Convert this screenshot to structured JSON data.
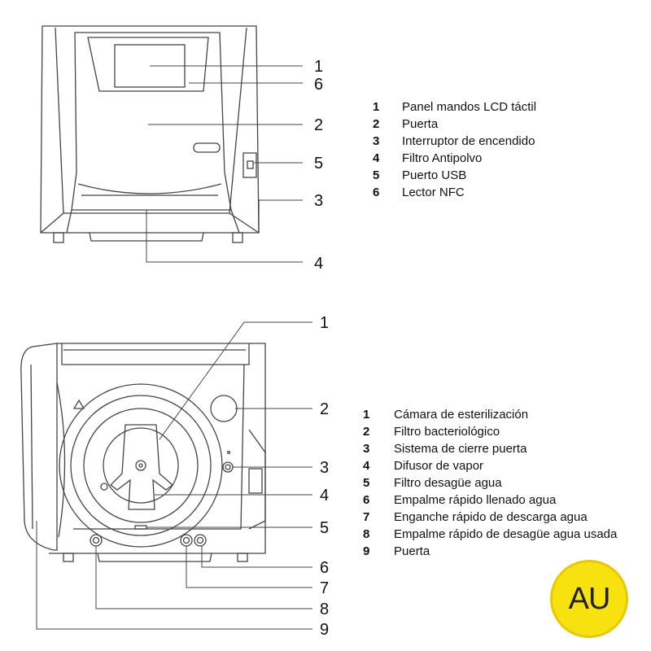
{
  "top_diagram": {
    "callouts": [
      "1",
      "6",
      "2",
      "5",
      "3",
      "4"
    ],
    "legend": [
      {
        "num": "1",
        "label": "Panel mandos LCD táctil"
      },
      {
        "num": "2",
        "label": "Puerta"
      },
      {
        "num": "3",
        "label": "Interruptor de encendido"
      },
      {
        "num": "4",
        "label": "Filtro Antipolvo"
      },
      {
        "num": "5",
        "label": "Puerto USB"
      },
      {
        "num": "6",
        "label": "Lector NFC"
      }
    ]
  },
  "bottom_diagram": {
    "callouts": [
      "1",
      "2",
      "3",
      "4",
      "5",
      "6",
      "7",
      "8",
      "9"
    ],
    "legend": [
      {
        "num": "1",
        "label": "Cámara de esterilización"
      },
      {
        "num": "2",
        "label": "Filtro bacteriológico"
      },
      {
        "num": "3",
        "label": "Sistema de cierre puerta"
      },
      {
        "num": "4",
        "label": "Difusor de vapor"
      },
      {
        "num": "5",
        "label": "Filtro desagüe agua"
      },
      {
        "num": "6",
        "label": "Empalme rápido llenado agua"
      },
      {
        "num": "7",
        "label": "Enganche rápido de descarga agua"
      },
      {
        "num": "8",
        "label": "Empalme rápido de desagüe agua usada"
      },
      {
        "num": "9",
        "label": "Puerta"
      }
    ]
  },
  "logo": {
    "text": "AU",
    "color": "#f7e210"
  }
}
